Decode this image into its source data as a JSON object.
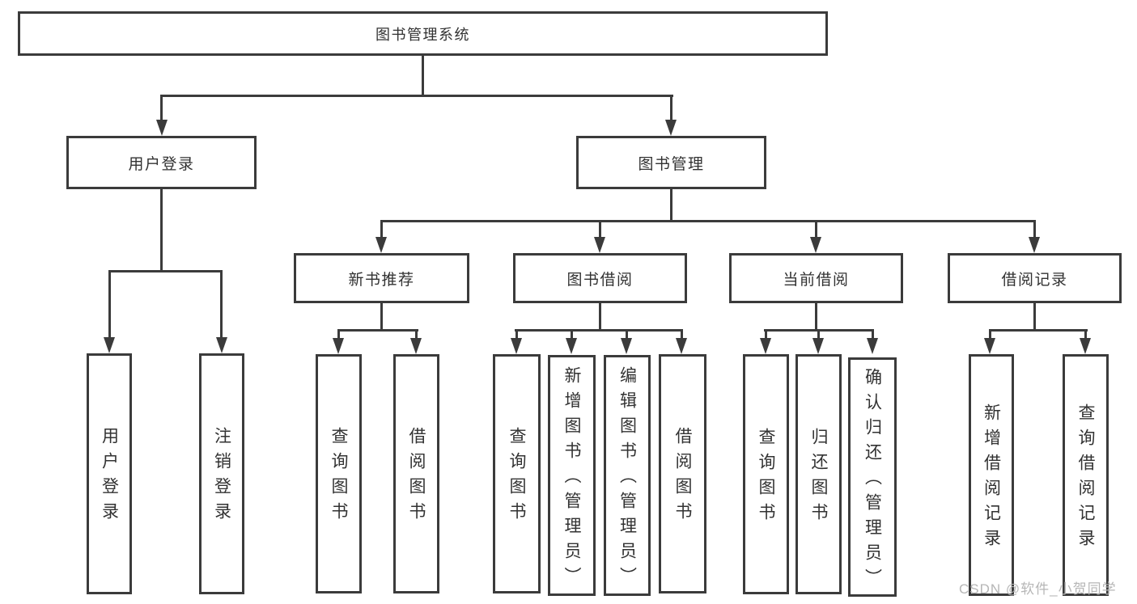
{
  "diagram": {
    "root": "图书管理系统",
    "user_login": {
      "label": "用户登录",
      "children": [
        "用户登录",
        "注销登录"
      ]
    },
    "book_mgmt": {
      "label": "图书管理",
      "new_books": {
        "label": "新书推荐",
        "children": [
          "查询图书",
          "借阅图书"
        ]
      },
      "book_borrow": {
        "label": "图书借阅",
        "children": [
          "查询图书",
          "新增图书（管理员）",
          "编辑图书（管理员）",
          "借阅图书"
        ]
      },
      "current_borrow": {
        "label": "当前借阅",
        "children": [
          "查询图书",
          "归还图书",
          "确认归还（管理员）"
        ]
      },
      "borrow_records": {
        "label": "借阅记录",
        "children": [
          "新增借阅记录",
          "查询借阅记录"
        ]
      }
    }
  },
  "watermark": "CSDN @软件_小贺同学",
  "colors": {
    "line": "#3b3b3b",
    "text": "#323232",
    "watermark": "#b6b6b6",
    "background": "#ffffff"
  }
}
